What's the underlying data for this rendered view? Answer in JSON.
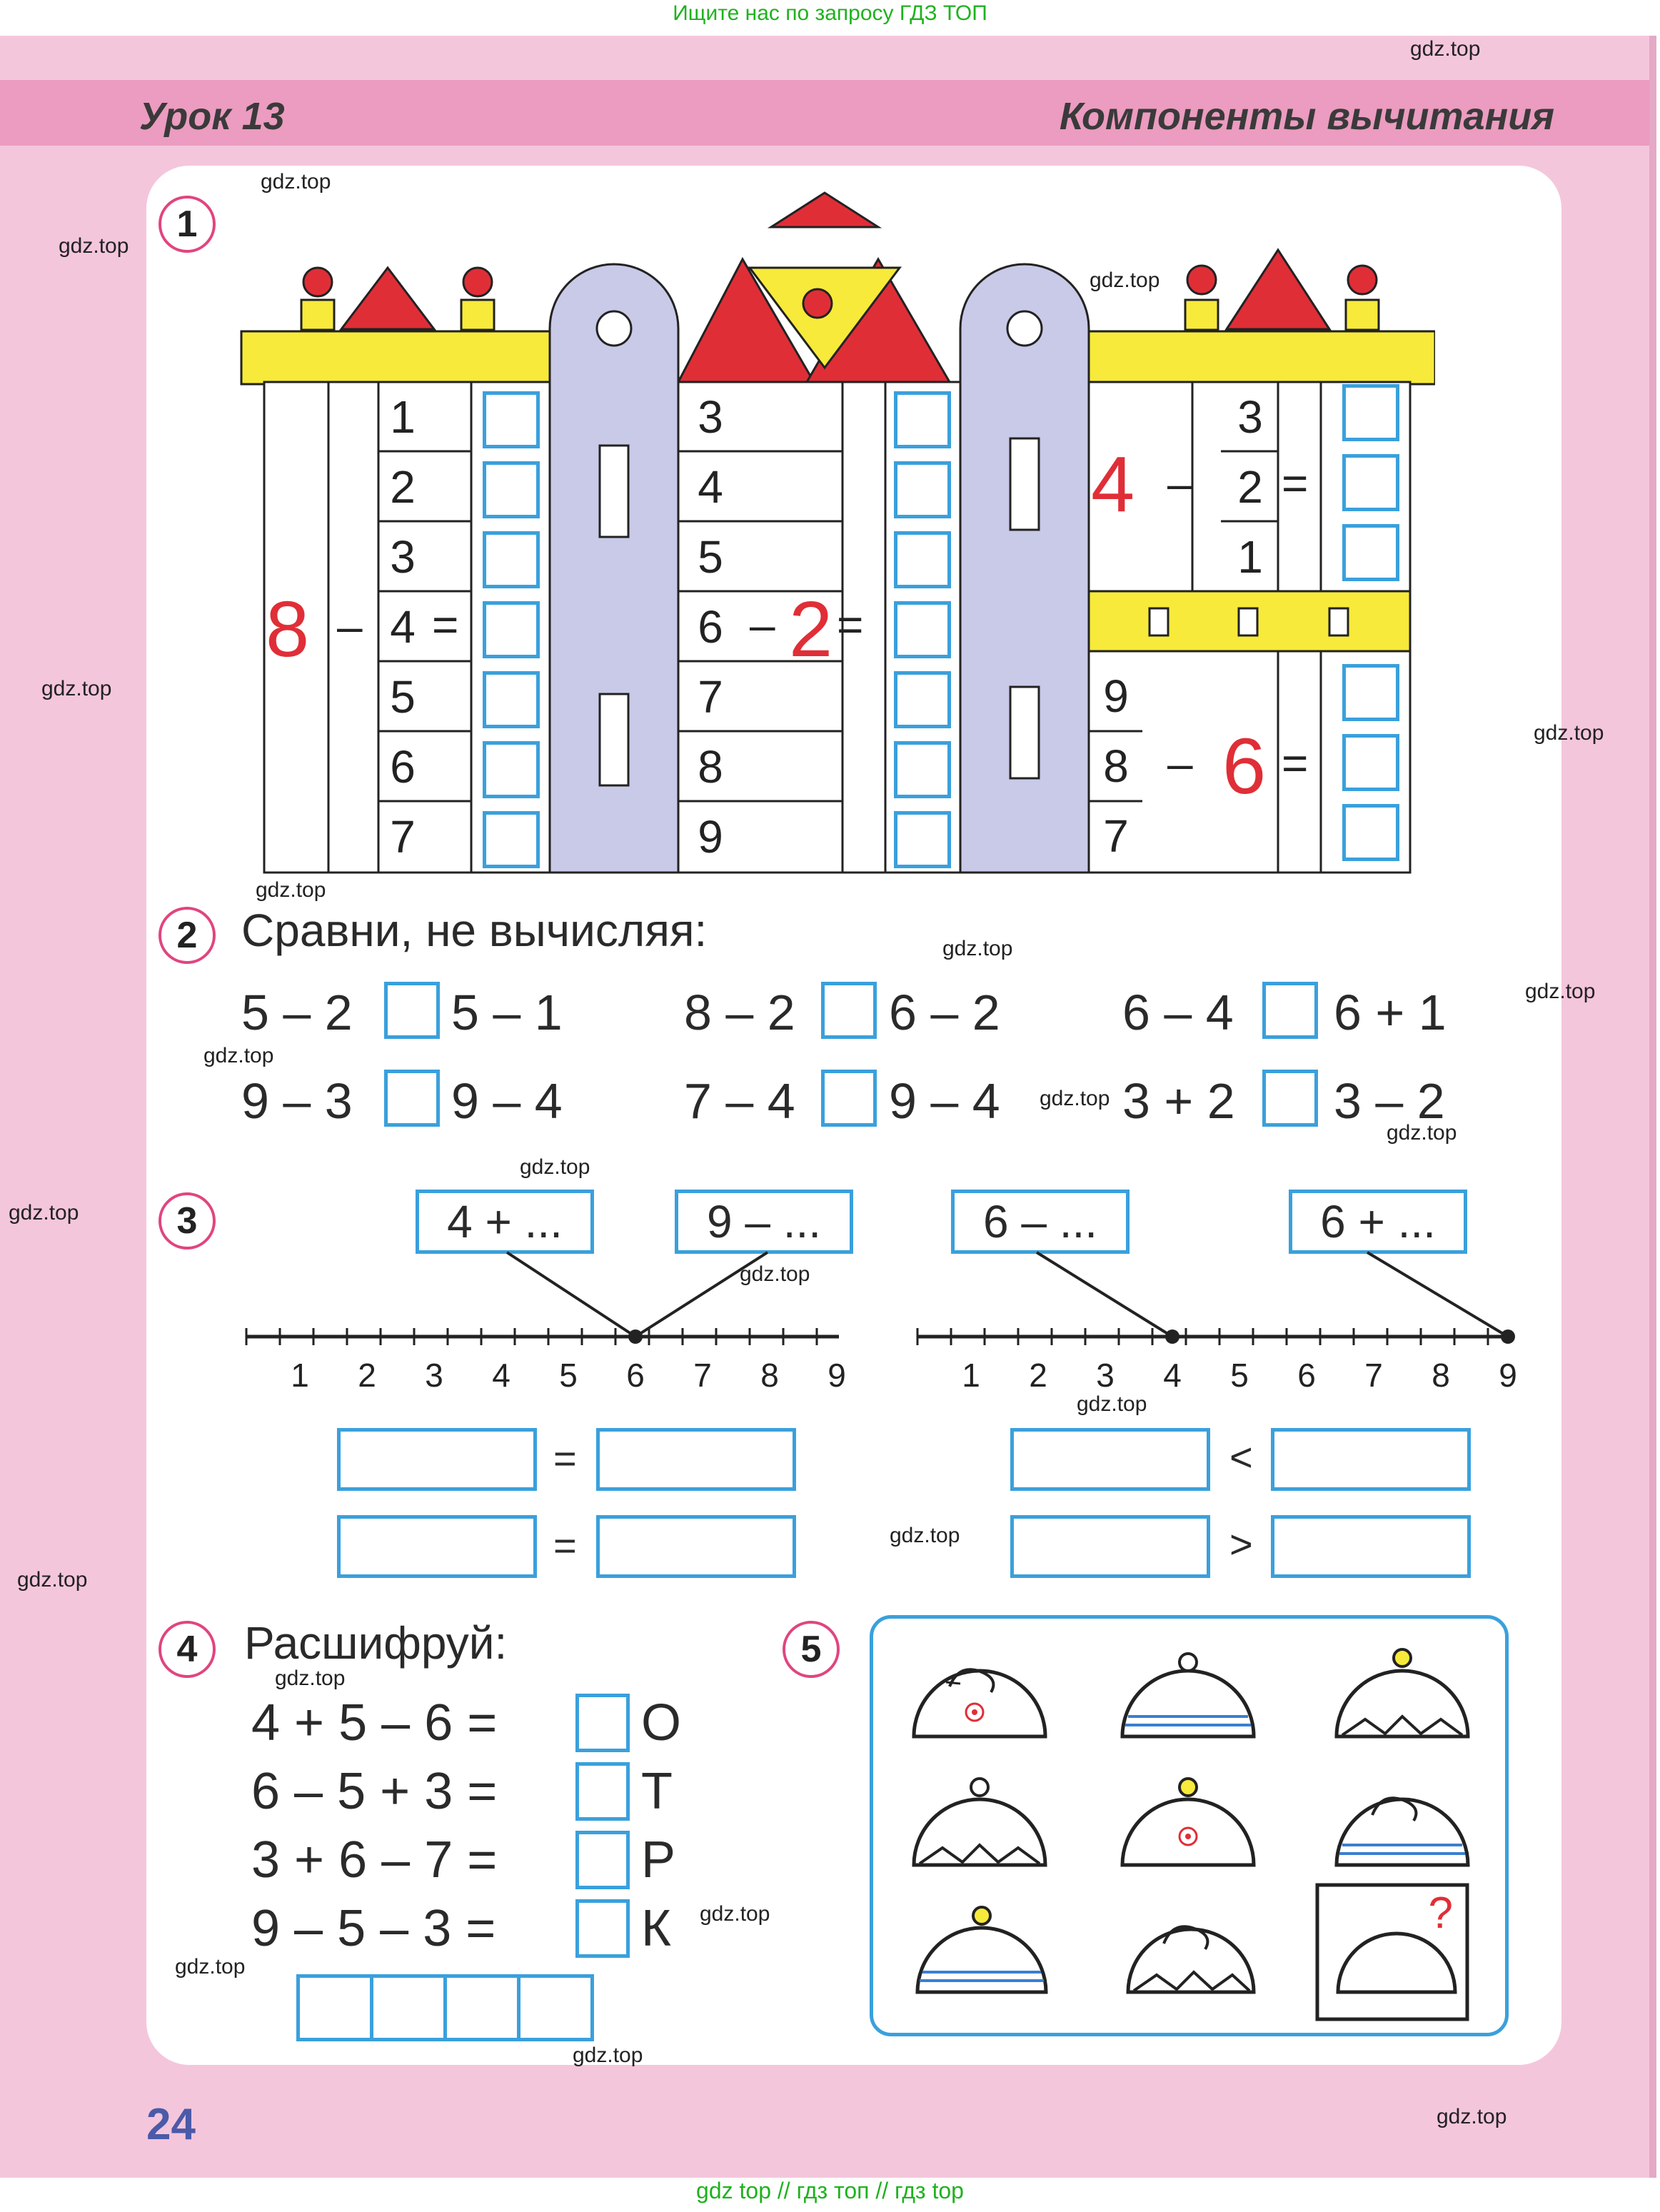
{
  "top_banner": "Ищите нас по запросу ГДЗ ТОП",
  "header": {
    "lesson": "Урок 13",
    "topic": "Компоненты вычитания"
  },
  "page_number": "24",
  "footer": "gdz top  //  гдз топ  //  гдз top",
  "watermark": "gdz.top",
  "task1": {
    "number": "1",
    "tower1": {
      "column": [
        "1",
        "2",
        "3",
        "4",
        "5",
        "6",
        "7"
      ],
      "minuend": "8",
      "minus": "–",
      "equals": "="
    },
    "tower2": {
      "column": [
        "3",
        "4",
        "5",
        "6",
        "7",
        "8",
        "9"
      ],
      "subtrahend": "2",
      "minus": "–",
      "equals": "="
    },
    "tower3_top": {
      "column": [
        "3",
        "2",
        "1"
      ],
      "minuend": "4",
      "minus": "–",
      "equals": "="
    },
    "tower3_bottom": {
      "column": [
        "9",
        "8",
        "7"
      ],
      "subtrahend": "6",
      "minus": "–",
      "equals": "="
    }
  },
  "task2": {
    "number": "2",
    "title": "Сравни, не вычисляя:",
    "rows": [
      [
        {
          "left": "5 – 2",
          "right": "5 – 1"
        },
        {
          "left": "8 – 2",
          "right": "6 – 2"
        },
        {
          "left": "6 – 4",
          "right": "6 + 1"
        }
      ],
      [
        {
          "left": "9 – 3",
          "right": "9 – 4"
        },
        {
          "left": "7 – 4",
          "right": "9 – 4"
        },
        {
          "left": "3 + 2",
          "right": "3 – 2"
        }
      ]
    ]
  },
  "task3": {
    "number": "3",
    "labels": [
      "4 + ...",
      "9 – ...",
      "6 – ...",
      "6 + ..."
    ],
    "ticks": [
      "1",
      "2",
      "3",
      "4",
      "5",
      "6",
      "7",
      "8",
      "9"
    ],
    "left_signs": [
      "=",
      "="
    ],
    "right_signs": [
      "<",
      ">"
    ],
    "left_point": 6,
    "right_points": [
      4,
      9
    ]
  },
  "task4": {
    "number": "4",
    "title": "Расшифруй:",
    "rows": [
      {
        "expr": "4 + 5 – 6 =",
        "letter": "О"
      },
      {
        "expr": "6 – 5 + 3 =",
        "letter": "Т"
      },
      {
        "expr": "3 + 6 – 7 =",
        "letter": "Р"
      },
      {
        "expr": "9 – 5 – 3 =",
        "letter": "К"
      }
    ]
  },
  "task5": {
    "number": "5",
    "question": "?"
  },
  "colors": {
    "blue": "#3aa0dc",
    "red": "#e02e37",
    "yellow": "#f7ea3a",
    "lavender": "#c9c9e8",
    "pink_band": "#eb9cc0"
  }
}
